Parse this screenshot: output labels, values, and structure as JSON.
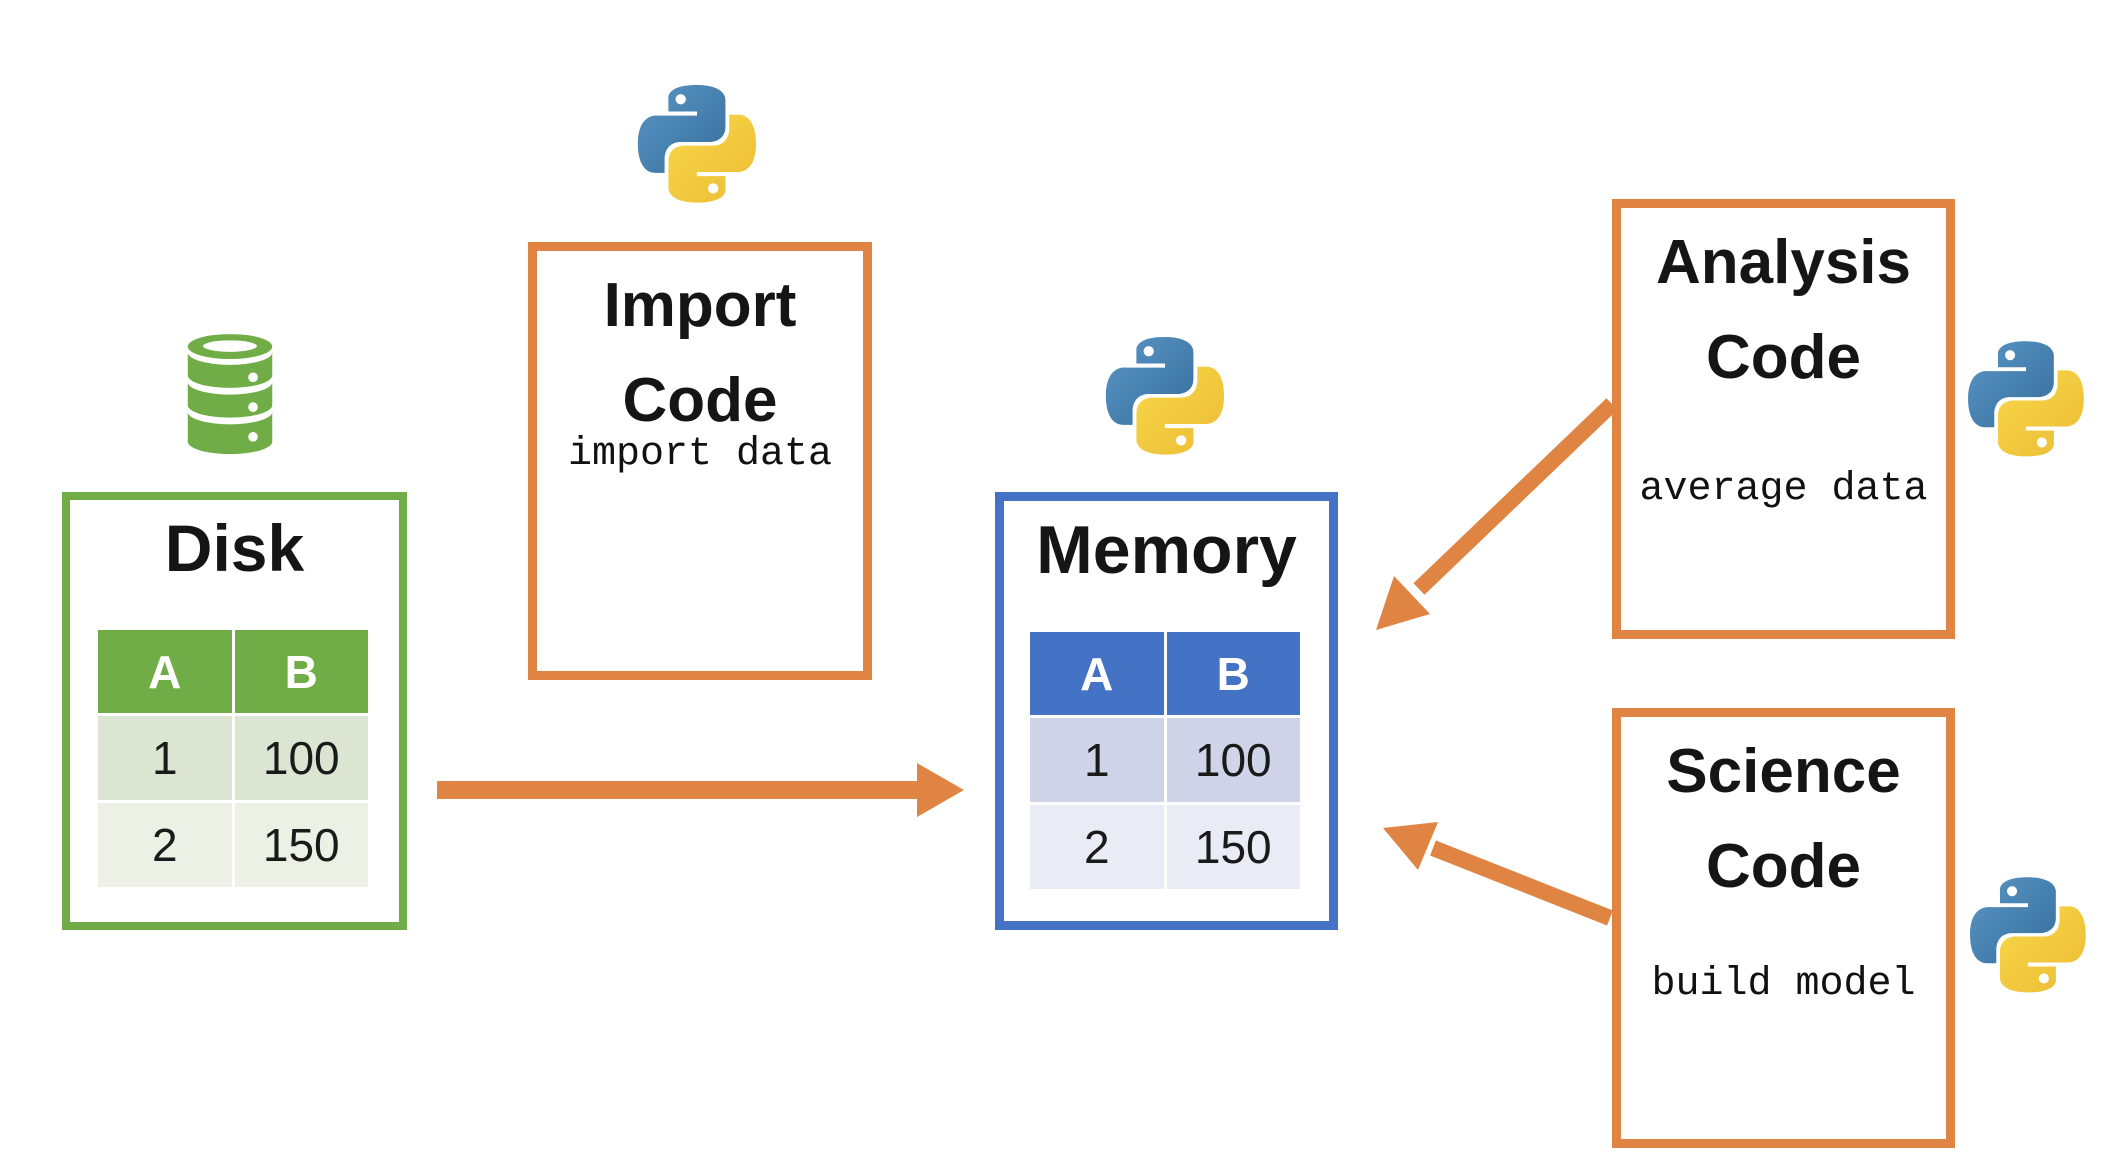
{
  "colors": {
    "orange": "#E08443",
    "green": "#70AD47",
    "blue": "#4472C4",
    "python_blue": "#366E9C",
    "python_yellow": "#F3CC4C",
    "disk_row1": "#DBE5D1",
    "disk_row2": "#EBF1E5",
    "memory_row1": "#CFD4E8",
    "memory_row2": "#E9EBF5"
  },
  "disk": {
    "title": "Disk",
    "icon": "database-icon",
    "table": {
      "headers": [
        "A",
        "B"
      ],
      "rows": [
        [
          "1",
          "100"
        ],
        [
          "2",
          "150"
        ]
      ]
    }
  },
  "memory": {
    "title": "Memory",
    "icon": "python-icon",
    "table": {
      "headers": [
        "A",
        "B"
      ],
      "rows": [
        [
          "1",
          "100"
        ],
        [
          "2",
          "150"
        ]
      ]
    }
  },
  "import_code": {
    "title": [
      "Import",
      "Code"
    ],
    "code": "import data",
    "icon": "python-icon"
  },
  "analysis_code": {
    "title": [
      "Analysis",
      "Code"
    ],
    "code": "average data",
    "icon": "python-icon"
  },
  "science_code": {
    "title": [
      "Science",
      "Code"
    ],
    "code": "build model",
    "icon": "python-icon"
  },
  "arrows": [
    {
      "name": "disk-to-memory",
      "from": "Disk",
      "to": "Memory",
      "style": "thick-horizontal"
    },
    {
      "name": "analysis-to-memory",
      "from": "Analysis Code",
      "to": "Memory",
      "style": "diagonal-down-left"
    },
    {
      "name": "science-to-memory",
      "from": "Science Code",
      "to": "Memory",
      "style": "diagonal-up-left"
    }
  ]
}
